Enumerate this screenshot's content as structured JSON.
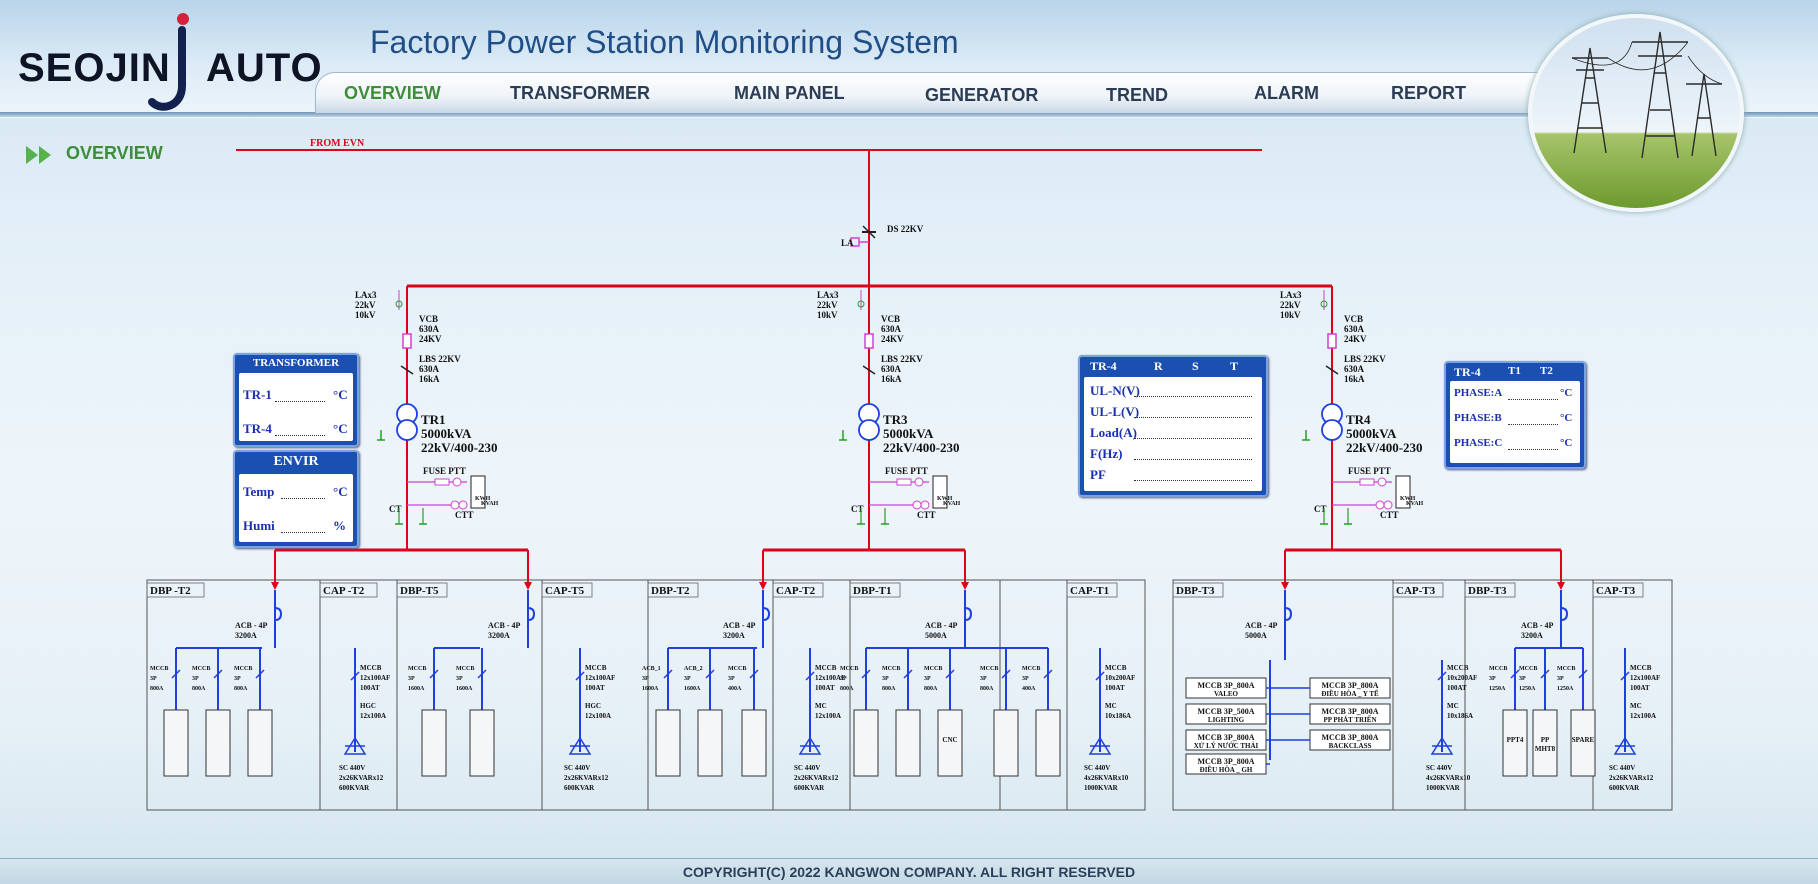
{
  "brand": {
    "left": "SEOJIN",
    "right": "AUTO"
  },
  "app_title": "Factory Power Station Monitoring System",
  "nav": [
    "OVERVIEW",
    "TRANSFORMER",
    "MAIN PANEL",
    "GENERATOR",
    "TREND",
    "ALARM",
    "REPORT"
  ],
  "nav_active": "OVERVIEW",
  "breadcrumb": "OVERVIEW",
  "footer": "COPYRIGHT(C) 2022 KANGWON COMPANY. ALL RIGHT RESERVED",
  "colors": {
    "busbar": "#e0001a",
    "feeder": "#1f3fe0",
    "panel": "#1b4fb0",
    "accent": "#3f8d3a"
  },
  "diagram": {
    "source": "FROM EVN",
    "ds": "DS 22KV",
    "la": "LA",
    "columns": [
      {
        "lax3": [
          "LAx3",
          "22kV",
          "10kV"
        ],
        "vcb": [
          "VCB",
          "630A",
          "24KV"
        ],
        "lbs": [
          "LBS 22KV",
          "630A",
          "16kA"
        ],
        "tr_name": "TR1",
        "tr_rating": "5000kVA",
        "tr_volt": "22kV/400-230",
        "fuse_ptt": "FUSE PTT",
        "ct": "CT",
        "ctt": "CTT",
        "meter": [
          "KWH",
          "KVAH"
        ]
      },
      {
        "lax3": [
          "LAx3",
          "22kV",
          "10kV"
        ],
        "vcb": [
          "VCB",
          "630A",
          "24KV"
        ],
        "lbs": [
          "LBS 22KV",
          "630A",
          "16kA"
        ],
        "tr_name": "TR3",
        "tr_rating": "5000kVA",
        "tr_volt": "22kV/400-230",
        "fuse_ptt": "FUSE PTT",
        "ct": "CT",
        "ctt": "CTT",
        "meter": [
          "KWH",
          "KVAH"
        ]
      },
      {
        "lax3": [
          "LAx3",
          "22kV",
          "10kV"
        ],
        "vcb": [
          "VCB",
          "630A",
          "24KV"
        ],
        "lbs": [
          "LBS 22KV",
          "630A",
          "16kA"
        ],
        "tr_name": "TR4",
        "tr_rating": "5000kVA",
        "tr_volt": "22kV/400-230",
        "fuse_ptt": "FUSE PTT",
        "ct": "CT",
        "ctt": "CTT",
        "meter": [
          "KWH",
          "KVAH"
        ]
      }
    ],
    "sections": [
      {
        "title": "DBP -T2",
        "acb": [
          "ACB - 4P",
          "3200A"
        ],
        "breakers": [
          [
            "MCCB",
            "3P",
            "800A"
          ],
          [
            "MCCB",
            "3P",
            "800A"
          ],
          [
            "MCCB",
            "3P",
            "800A"
          ]
        ],
        "loads": [
          "",
          "",
          ""
        ],
        "load_boxes": []
      },
      {
        "title": "CAP -T2",
        "mccb": [
          "MCCB",
          "12x100AF",
          "100AT"
        ],
        "mc": [
          "HGC",
          "12x100A"
        ],
        "sc": [
          "SC 440V",
          "2x26KVARx12",
          "600KVAR"
        ]
      },
      {
        "title": "DBP-T5",
        "acb": [
          "ACB - 4P",
          "3200A"
        ],
        "breakers": [
          [
            "MCCB",
            "3P",
            "1600A"
          ],
          [
            "MCCB",
            "3P",
            "1600A"
          ]
        ],
        "loads": [
          "",
          ""
        ],
        "load_boxes": []
      },
      {
        "title": "CAP-T5",
        "mccb": [
          "MCCB",
          "12x100AF",
          "100AT"
        ],
        "mc": [
          "HGC",
          "12x100A"
        ],
        "sc": [
          "SC 440V",
          "2x26KVARx12",
          "600KVAR"
        ]
      },
      {
        "title": "DBP-T2",
        "acb": [
          "ACB - 4P",
          "3200A"
        ],
        "breakers": [
          [
            "ACB_1",
            "3P",
            "1600A"
          ],
          [
            "ACB_2",
            "3P",
            "1600A"
          ],
          [
            "MCCB",
            "3P",
            "400A"
          ]
        ],
        "loads": [
          "",
          "",
          ""
        ],
        "load_boxes": []
      },
      {
        "title": "CAP-T2",
        "mccb": [
          "MCCB",
          "12x100AF",
          "100AT"
        ],
        "mc": [
          "MC",
          "12x100A"
        ],
        "sc": [
          "SC 440V",
          "2x26KVARx12",
          "600KVAR"
        ]
      },
      {
        "title": "DBP-T1",
        "acb": [
          "ACB - 4P",
          "5000A"
        ],
        "breakers": [
          [
            "MCCB",
            "3P",
            "800A"
          ],
          [
            "MCCB",
            "3P",
            "800A"
          ],
          [
            "MCCB",
            "3P",
            "800A"
          ],
          [
            "MCCB",
            "3P",
            "800A"
          ],
          [
            "MCCB",
            "3P",
            "400A"
          ]
        ],
        "loads": [
          "",
          "",
          "CNC",
          "",
          ""
        ],
        "load_boxes": []
      },
      {
        "title": "CAP-T1",
        "mccb": [
          "MCCB",
          "10x200AF",
          "100AT"
        ],
        "mc": [
          "MC",
          "10x186A"
        ],
        "sc": [
          "SC 440V",
          "4x26KVARx10",
          "1000KVAR"
        ]
      },
      {
        "title": "DBP-T3",
        "acb": [
          "ACB - 4P",
          "5000A"
        ],
        "breakers": [],
        "loads": [],
        "load_boxes": [
          [
            "MCCB 3P_800A",
            "VALEO"
          ],
          [
            "MCCB 3P_500A",
            "LIGHTING"
          ],
          [
            "MCCB 3P_800A",
            "XỬ LÝ NƯỚC THẢI"
          ],
          [
            "MCCB 3P_800A",
            "ĐIỀU HÒA _ GH"
          ],
          [
            "MCCB 3P_800A",
            "ĐIỀU HÒA _ Y TẾ"
          ],
          [
            "MCCB 3P_800A",
            "PP PHÁT TRIỂN"
          ],
          [
            "MCCB 3P_800A",
            "BACKCLASS"
          ]
        ]
      },
      {
        "title": "CAP-T3",
        "mccb": [
          "MCCB",
          "10x200AF",
          "100AT"
        ],
        "mc": [
          "MC",
          "10x186A"
        ],
        "sc": [
          "SC 440V",
          "4x26KVARx10",
          "1000KVAR"
        ]
      },
      {
        "title": "DBP-T3",
        "acb": [
          "ACB - 4P",
          "3200A"
        ],
        "breakers": [
          [
            "MCCB",
            "3P",
            "1250A"
          ],
          [
            "MCCB",
            "3P",
            "1250A"
          ],
          [
            "MCCB",
            "3P",
            "1250A"
          ]
        ],
        "loads": [
          "PPT4",
          "PP\nMHT8",
          "SPARE"
        ],
        "load_boxes": []
      },
      {
        "title": "CAP-T3",
        "mccb": [
          "MCCB",
          "12x100AF",
          "100AT"
        ],
        "mc": [
          "MC",
          "12x100A"
        ],
        "sc": [
          "SC 440V",
          "2x26KVARx12",
          "600KVAR"
        ]
      }
    ]
  },
  "panels": {
    "transformer": {
      "title": "TRANSFORMER",
      "rows": [
        {
          "label": "TR-1",
          "unit": "°C"
        },
        {
          "label": "TR-4",
          "unit": "°C"
        }
      ]
    },
    "envir": {
      "title": "ENVIR",
      "rows": [
        {
          "label": "Temp",
          "unit": "°C"
        },
        {
          "label": "Humi",
          "unit": "%"
        }
      ]
    },
    "tr4_meter": {
      "title": "TR-4",
      "cols": [
        "R",
        "S",
        "T"
      ],
      "rows": [
        "UL-N(V)",
        "UL-L(V)",
        "Load(A)",
        "F(Hz)",
        "PF"
      ]
    },
    "tr4_temp": {
      "title": "TR-4",
      "cols": [
        "T1",
        "T2"
      ],
      "rows": [
        {
          "label": "PHASE:A",
          "unit": "°C"
        },
        {
          "label": "PHASE:B",
          "unit": "°C"
        },
        {
          "label": "PHASE:C",
          "unit": "°C"
        }
      ]
    }
  }
}
